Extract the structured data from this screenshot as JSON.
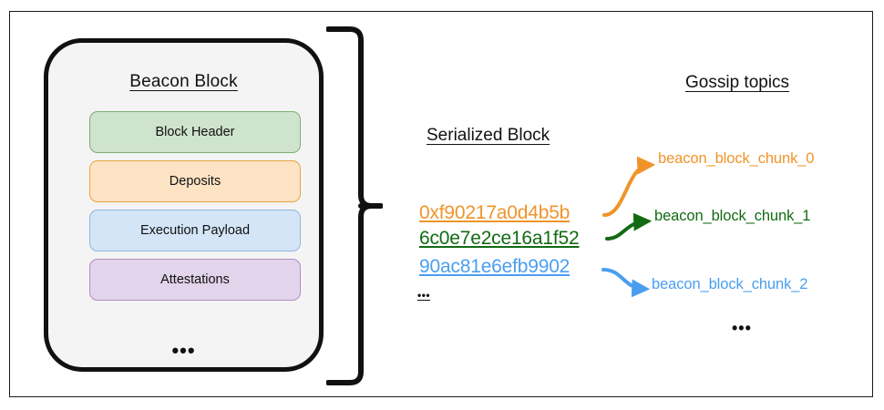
{
  "diagram": {
    "beacon_block": {
      "title": "Beacon Block",
      "fields": [
        {
          "label": "Block Header",
          "fill": "#cfe4cc",
          "border": "#7fae72"
        },
        {
          "label": "Deposits",
          "fill": "#fde3c4",
          "border": "#e8a33d"
        },
        {
          "label": "Execution Payload",
          "fill": "#d4e5f7",
          "border": "#8fb8dd"
        },
        {
          "label": "Attestations",
          "fill": "#e2d4ea",
          "border": "#b08cc4"
        }
      ],
      "ellipsis": "•••"
    },
    "serialized_block": {
      "title": "Serialized Block",
      "chunks": [
        {
          "hex": "0xf90217a0d4b5b",
          "color": "#f0942a"
        },
        {
          "hex": "6c0e7e2ce16a1f52",
          "color": "#126b12"
        },
        {
          "hex": "90ac81e6efb9902",
          "color": "#4a9ef0"
        }
      ],
      "ellipsis": "•••"
    },
    "gossip_topics": {
      "title": "Gossip topics",
      "topics": [
        {
          "label": "beacon_block_chunk_0",
          "color": "#f0942a"
        },
        {
          "label": "beacon_block_chunk_1",
          "color": "#126b12"
        },
        {
          "label": "beacon_block_chunk_2",
          "color": "#4a9ef0"
        }
      ],
      "ellipsis": "•••"
    },
    "connectors": {
      "brace_color": "#111111",
      "arrow_colors": [
        "#f0942a",
        "#126b12",
        "#4a9ef0"
      ]
    }
  }
}
